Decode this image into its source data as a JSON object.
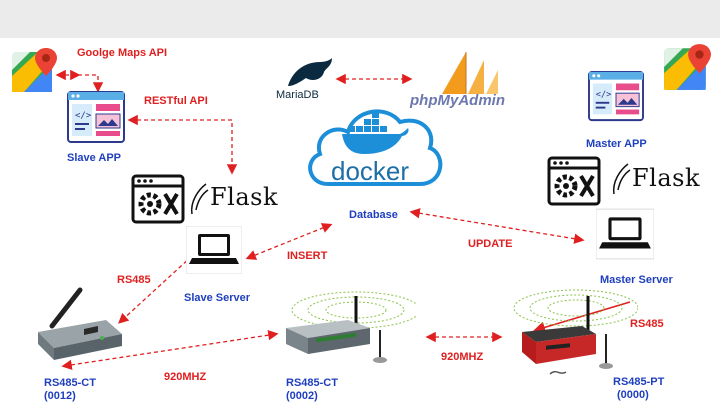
{
  "labels": {
    "google_maps_api": "Goolge Maps API",
    "restful_api": "RESTful API",
    "slave_app": "Slave APP",
    "master_app": "Master APP",
    "flask_left": "Flask",
    "flask_right": "Flask",
    "mariadb": "MariaDB",
    "phpmyadmin": "phpMyAdmin",
    "docker": "docker",
    "database": "Database",
    "insert": "INSERT",
    "update": "UPDATE",
    "slave_server": "Slave Server",
    "master_server": "Master Server",
    "rs485_left": "RS485",
    "rs485_right": "RS485",
    "mhz_left": "920MHZ",
    "mhz_right": "920MHZ",
    "dev1_name": "RS485-CT",
    "dev1_id": "(0012)",
    "dev2_name": "RS485-CT",
    "dev2_id": "(0002)",
    "dev3_name": "RS485-PT",
    "dev3_id": "(0000)"
  },
  "colors": {
    "red_label": "#e02020",
    "blue_label": "#1f3fbf",
    "docker_blue": "#1d8fd8",
    "topbar": "#ebebeb"
  },
  "icons": [
    "google-maps-icon",
    "web-app-icon",
    "flask-logo-icon",
    "settings-tools-icon",
    "laptop-icon",
    "mariadb-seal-icon",
    "phpmyadmin-sail-icon",
    "docker-whale-icon",
    "gateway-device-icon",
    "wireless-module-icon"
  ]
}
